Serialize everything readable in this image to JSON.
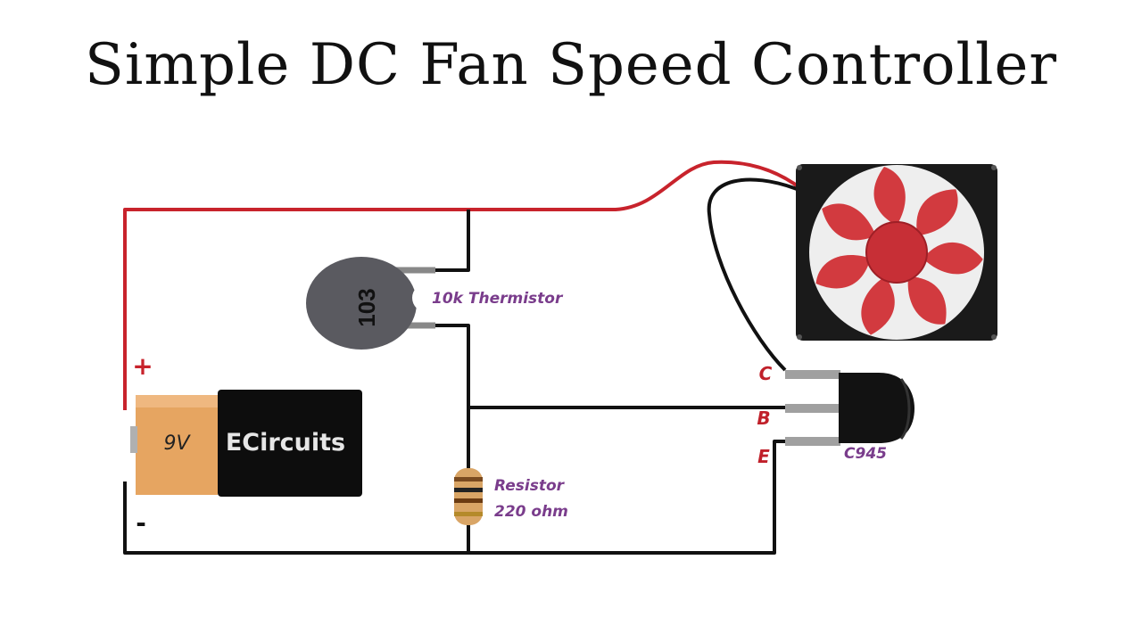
{
  "title": "Simple DC Fan Speed Controller",
  "thermistor": {
    "code": "103",
    "label": "10k Thermistor"
  },
  "battery": {
    "voltage": "9V",
    "brand": "ECircuits",
    "plus": "+",
    "minus": "-"
  },
  "resistor": {
    "label_line1": "Resistor",
    "label_line2": "220 ohm"
  },
  "transistor": {
    "model": "C945",
    "pin_c": "C",
    "pin_b": "B",
    "pin_e": "E"
  },
  "colors": {
    "wire_red": "#c8232c",
    "wire_black": "#111111",
    "label_purple": "#7a3d8c",
    "pin_red": "#c0202a",
    "fan_blade": "#d23a3f",
    "battery_gold": "#e6a561"
  },
  "icons": [
    "fan-icon",
    "battery-icon",
    "thermistor-icon",
    "resistor-icon",
    "transistor-icon"
  ]
}
